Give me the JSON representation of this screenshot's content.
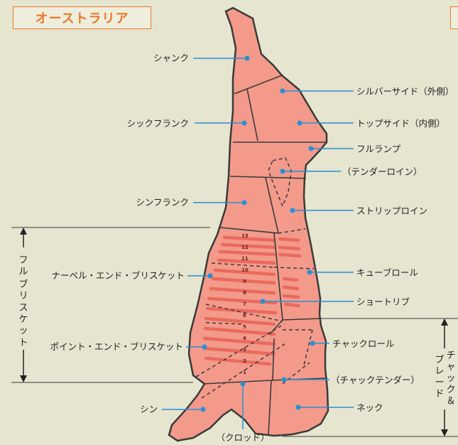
{
  "title": "オーストラリア",
  "labels": {
    "shank": "シャンク",
    "thick_flank": "シックフランク",
    "thin_flank": "シンフランク",
    "navel_end_brisket": "ナーベル・エンド・ブリスケット",
    "point_end_brisket": "ポイント・エンド・ブリスケット",
    "shin": "シン",
    "clod": "（クロッド）",
    "silverside": "シルバーサイド（外側）",
    "topside": "トップサイド（内側）",
    "full_rump": "フルランプ",
    "tenderloin": "（テンダーロイン）",
    "striploin": "ストリップロイン",
    "cube_roll": "キューブロール",
    "short_rib": "ショートリブ",
    "chuck_roll": "チャックロール",
    "chuck_tender": "（チャックテンダー）",
    "neck": "ネック"
  },
  "brackets": {
    "full_brisket": [
      "フ",
      "ル",
      "ブ",
      "リ",
      "ス",
      "ケ",
      "ッ",
      "ト"
    ],
    "chuck_blade_col1": [
      "ブ",
      "レ",
      "ー",
      "ド"
    ],
    "chuck_blade_col2": [
      "チ",
      "ャ",
      "ッ",
      "ク",
      "＆"
    ]
  },
  "rib_numbers": [
    "13",
    "12",
    "11",
    "10",
    "9",
    "8",
    "7",
    "6",
    "5",
    "4",
    "3",
    "2",
    "1"
  ],
  "colors": {
    "meat": "#f39a8a",
    "stripe": "#ea6a5c",
    "outline": "#3a3a3a",
    "leader": "#2a8fd4",
    "title": "#e8782a",
    "background": "#e6e5d0"
  }
}
